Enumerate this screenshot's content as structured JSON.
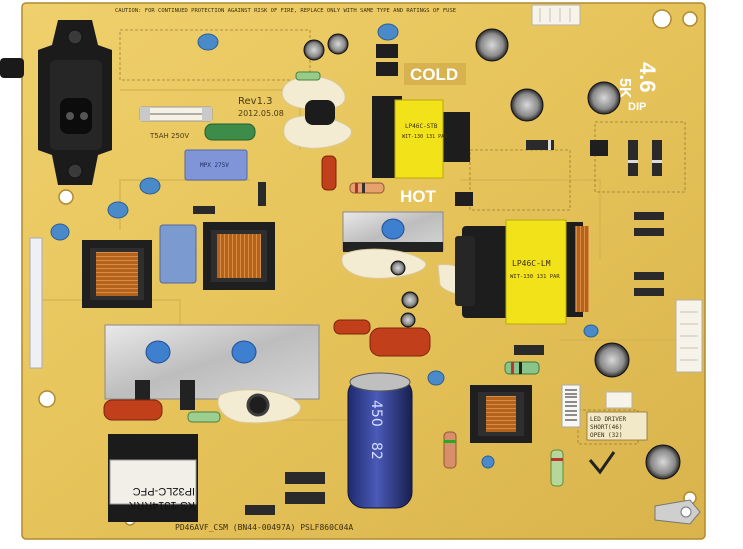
{
  "board": {
    "top_warning": "CAUTION: FOR CONTINUED PROTECTION AGAINST RISK OF FIRE, REPLACE ONLY WITH SAME TYPE AND RATINGS OF FUSE",
    "zone_cold": "COLD",
    "zone_hot": "HOT",
    "revision": "Rev1.3",
    "date": "2012.05.08",
    "fuse_label": "T5AH 250V",
    "voltage_main": "4.6",
    "voltage_sub": "5K",
    "dip_label": "DIP",
    "bottom_code": "PD46AVF_CSM (BN44-00497A)  PSLF860C04A",
    "sticker_line1": "IP32LC-PFC",
    "sticker_line2": "KS-1314RRK",
    "transformer_small_l1": "LP46C-STB",
    "transformer_small_l2": "WIT-130 131 PAR",
    "transformer_big_l1": "LP46C-LM",
    "transformer_big_l2": "WIT-130 131 PAR",
    "led_panel_l1": "LED DRIVER",
    "led_panel_l2": "SHORT(46)",
    "led_panel_l3": "OPEN (32)",
    "cap_marking_l1": "450",
    "cap_marking_l2": "82"
  },
  "colors": {
    "pcb": "#e8c660",
    "pcb_dark": "#cfa640",
    "background": "#ffffff"
  }
}
